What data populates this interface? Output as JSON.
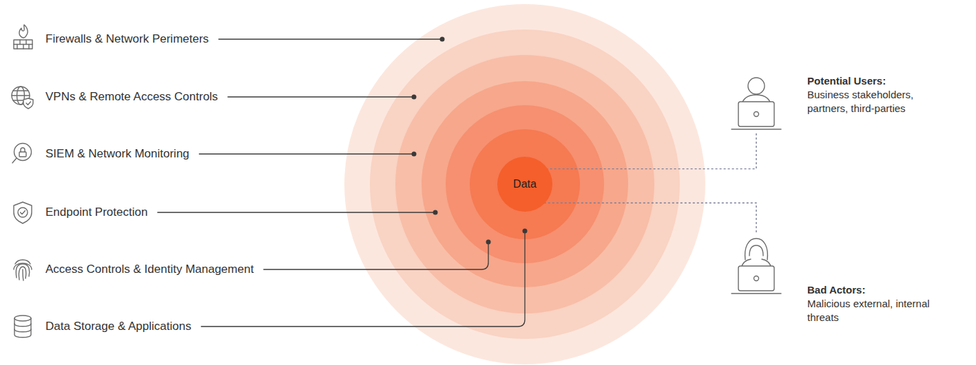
{
  "diagram": {
    "nodes": [
      {
        "text": [
          "Data"
        ]
      },
      {
        "text": [
          "Potential Users:",
          "Business stakeholders, partners, third-parties"
        ]
      },
      {
        "text": [
          "Bad Actors:",
          "Malicious external, internal threats"
        ]
      }
    ],
    "edges": [
      {
        "from": 1,
        "to": 0,
        "arrow": "none"
      },
      {
        "from": 2,
        "to": 0,
        "arrow": "none"
      }
    ],
    "labels": [
      "Firewalls & Network Perimeters",
      "VPNs & Remote Access Controls",
      "SIEM & Network Monitoring",
      "Endpoint Protection",
      "Access Controls & Identity Management",
      "Data Storage & Applications"
    ]
  }
}
